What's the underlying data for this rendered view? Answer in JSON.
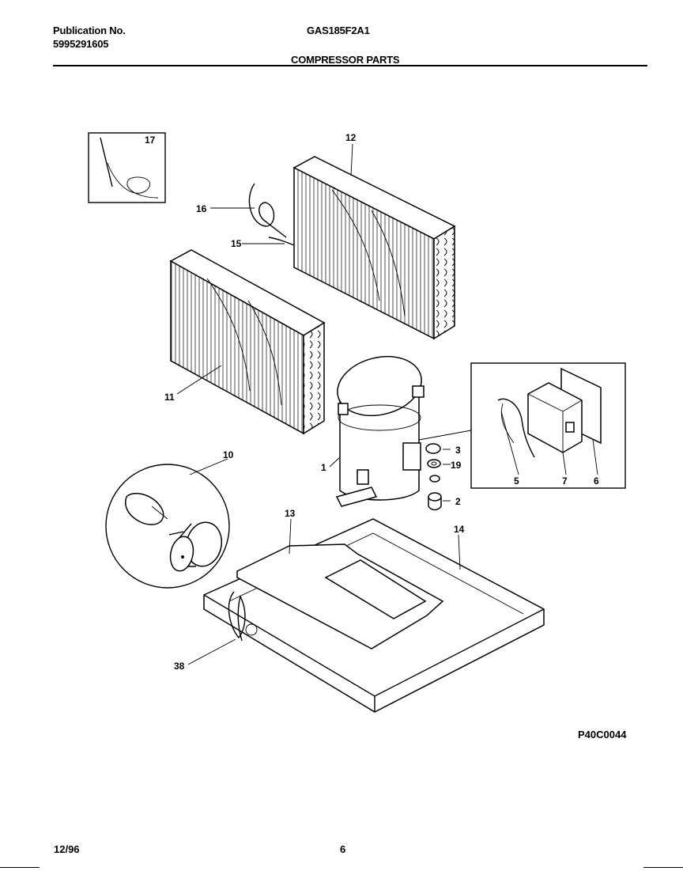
{
  "header": {
    "publication_label": "Publication No.",
    "publication_number": "5995291605",
    "model_number": "GAS185F2A1",
    "section_title": "COMPRESSOR PARTS"
  },
  "diagram": {
    "code": "P40C0044",
    "callouts": {
      "c1": "1",
      "c2": "2",
      "c3": "3",
      "c5": "5",
      "c6": "6",
      "c7": "7",
      "c10": "10",
      "c11": "11",
      "c12": "12",
      "c13": "13",
      "c14": "14",
      "c15": "15",
      "c16": "16",
      "c17": "17",
      "c19": "19",
      "c38": "38"
    }
  },
  "footer": {
    "date": "12/96",
    "page": "6"
  }
}
